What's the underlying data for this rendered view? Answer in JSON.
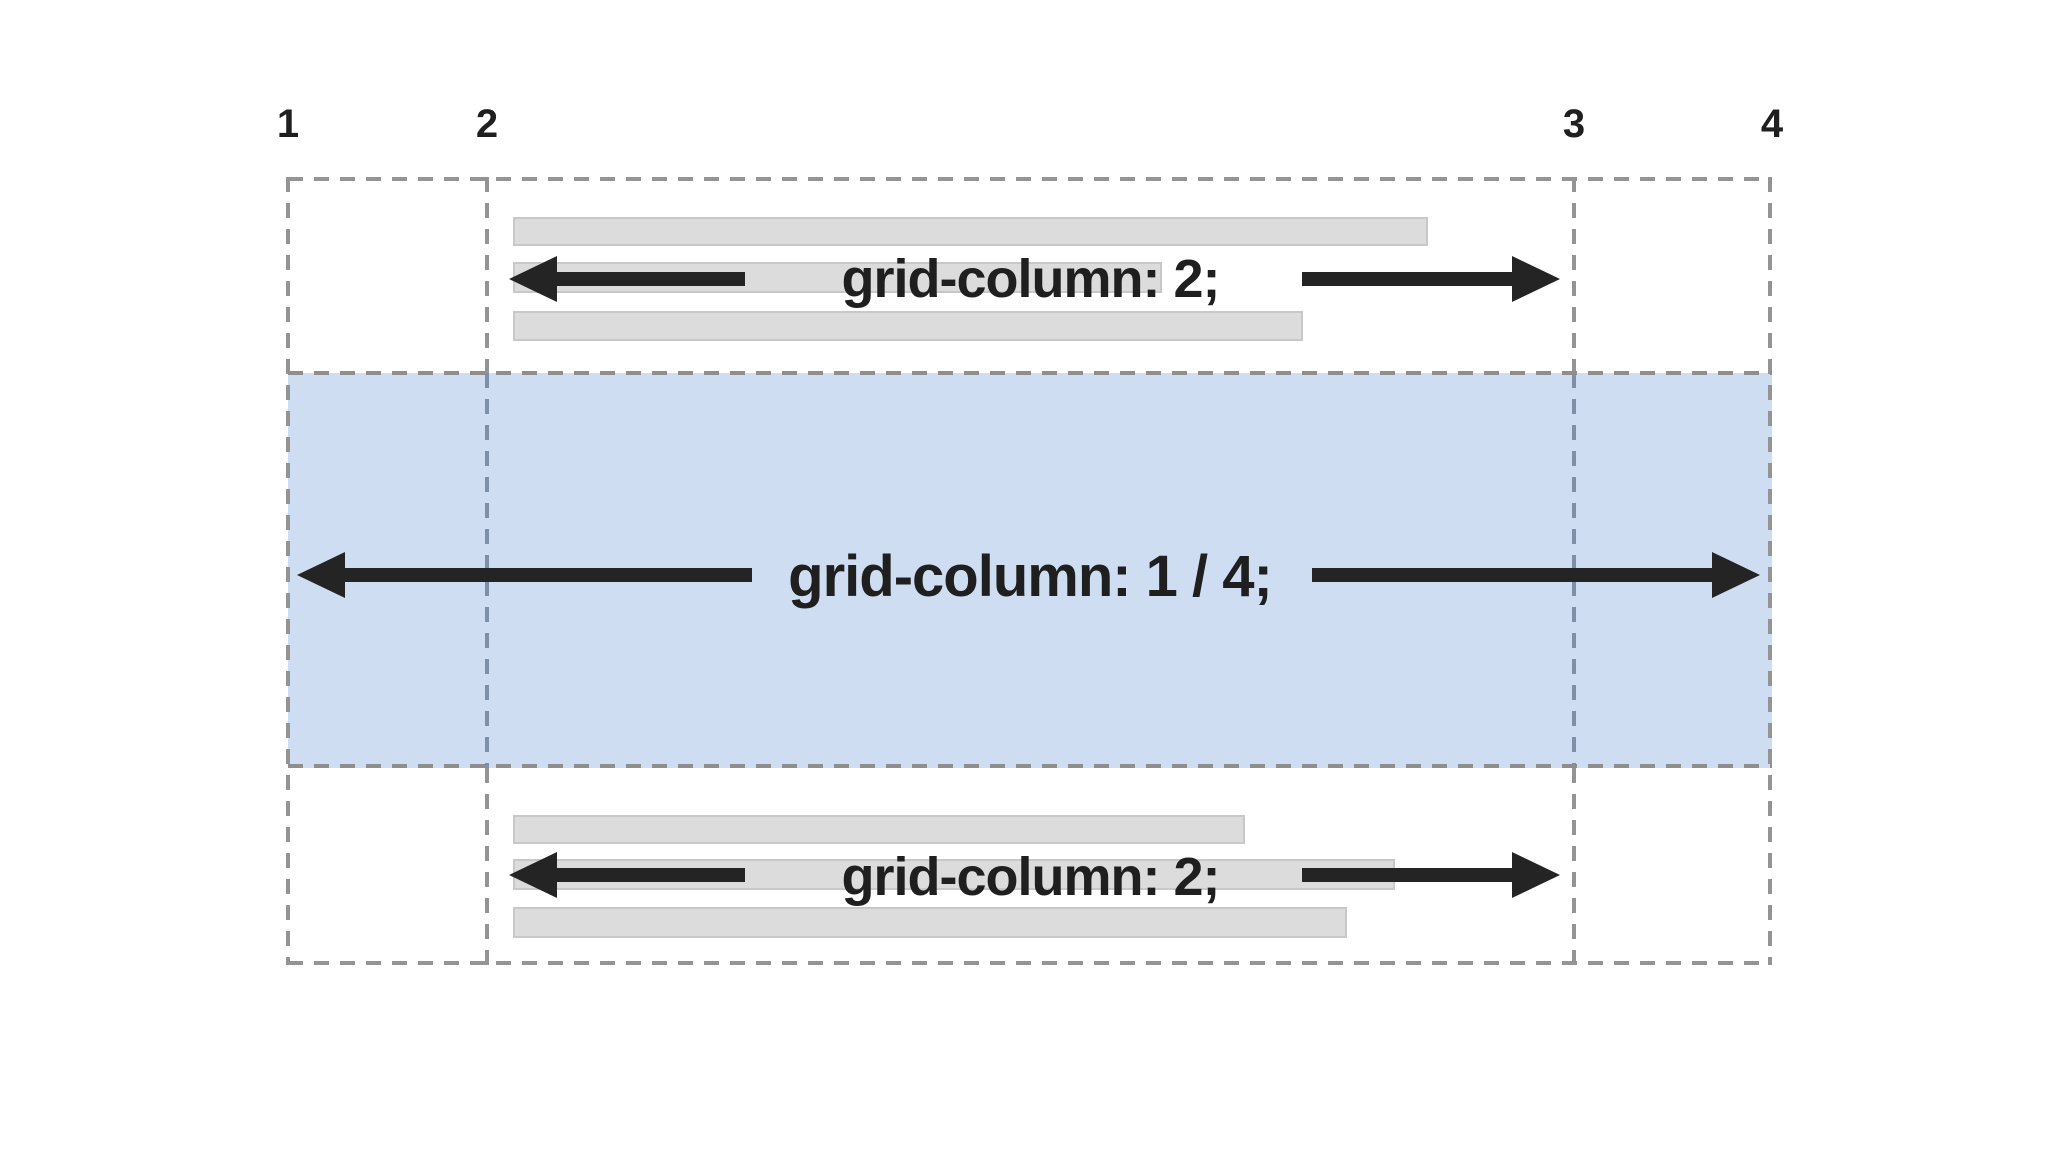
{
  "diagram": {
    "line_labels": [
      "1",
      "2",
      "3",
      "4"
    ],
    "rows": [
      {
        "code": "grid-column: 2;"
      },
      {
        "code": "grid-column: 1 / 4;"
      },
      {
        "code": "grid-column: 2;"
      }
    ],
    "colors": {
      "highlight_blue": "#cfddf3",
      "bar_gray": "#dcdcdc",
      "bar_border_gray": "#c8c8c8",
      "grid_dash_gray": "#949494",
      "grid_dash_on_blue": "#7e90a8",
      "arrow_black": "#242424",
      "text_black": "#1f1f1f",
      "background": "#ffffff"
    }
  }
}
